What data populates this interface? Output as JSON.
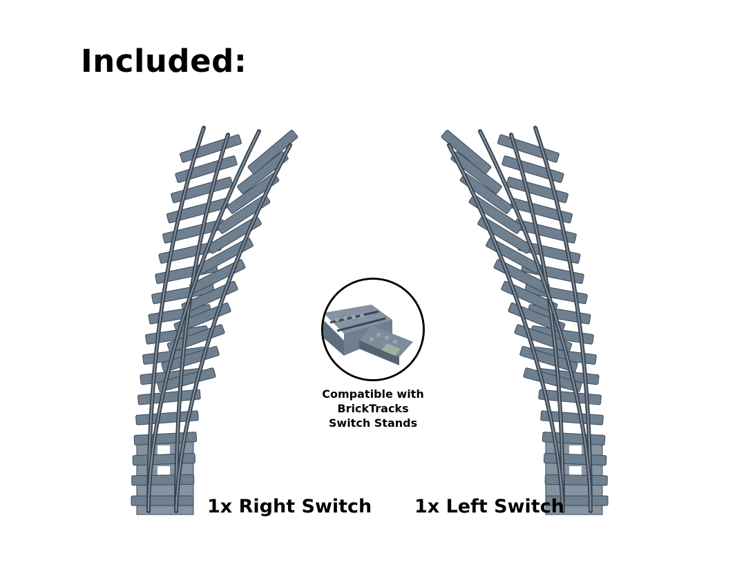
{
  "title": "Included:",
  "products": [
    {
      "label": "1x Right Switch",
      "icon": "right-switch-track-image"
    },
    {
      "label": "1x Left Switch",
      "icon": "left-switch-track-image"
    }
  ],
  "callout": {
    "icon": "switch-stand-detail-image",
    "lines": [
      "Compatible with",
      "BrickTracks",
      "Switch Stands"
    ]
  },
  "colors": {
    "track_gray": "#6e7f90",
    "track_light": "#8593a2",
    "rail_dark": "#3c4651",
    "background": "#ffffff"
  }
}
